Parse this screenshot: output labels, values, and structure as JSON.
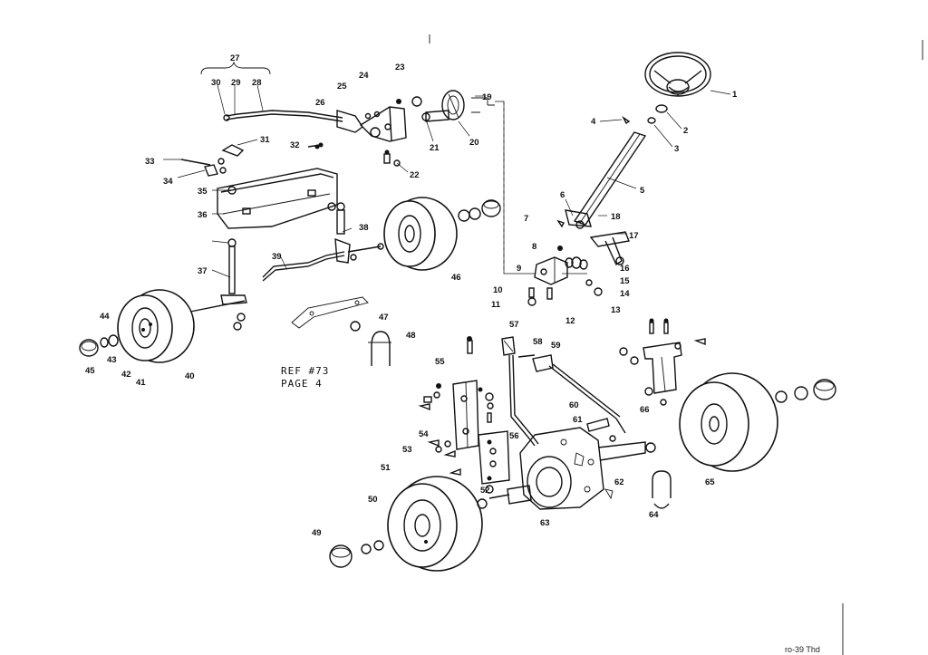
{
  "diagram": {
    "reference_note": [
      "REF #73",
      "PAGE 4"
    ],
    "footer_code": "ro-39 Thd",
    "callouts": [
      "1",
      "2",
      "3",
      "4",
      "5",
      "6",
      "7",
      "8",
      "9",
      "10",
      "11",
      "12",
      "13",
      "14",
      "15",
      "16",
      "17",
      "18",
      "19",
      "20",
      "21",
      "22",
      "23",
      "24",
      "25",
      "26",
      "27",
      "28",
      "29",
      "30",
      "31",
      "32",
      "33",
      "34",
      "35",
      "36",
      "37",
      "38",
      "39",
      "40",
      "41",
      "42",
      "43",
      "44",
      "45",
      "46",
      "47",
      "48",
      "49",
      "50",
      "51",
      "52",
      "53",
      "54",
      "55",
      "56",
      "57",
      "58",
      "59",
      "60",
      "61",
      "62",
      "63",
      "64",
      "65",
      "66"
    ]
  }
}
